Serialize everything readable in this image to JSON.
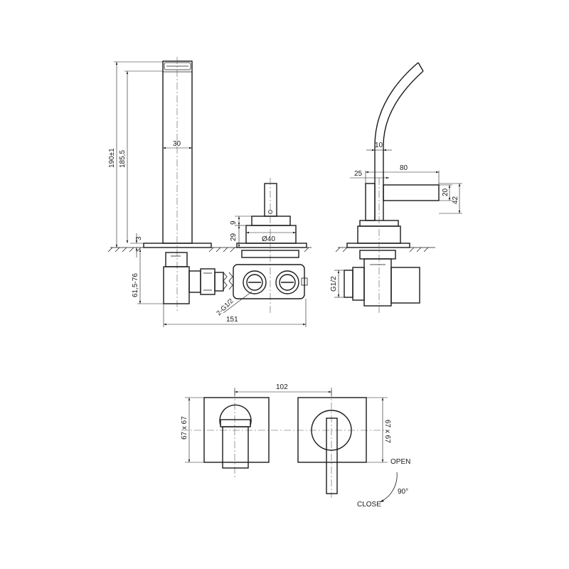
{
  "labels": {
    "d190": "190±1",
    "d185": "185,5",
    "d30": "30",
    "d3": "3",
    "d61": "61,5-76",
    "d151": "151",
    "d2g": "2-G1/2",
    "d9": "9",
    "d29": "29",
    "d40": "Ø40",
    "d10": "10",
    "d25": "25",
    "d80": "80",
    "d20": "20",
    "d42": "42",
    "dg12": "G1/2",
    "d102": "102",
    "d67a": "67 x 67",
    "d67b": "67 x 67",
    "open": "OPEN",
    "close": "CLOSE",
    "d90": "90°"
  }
}
